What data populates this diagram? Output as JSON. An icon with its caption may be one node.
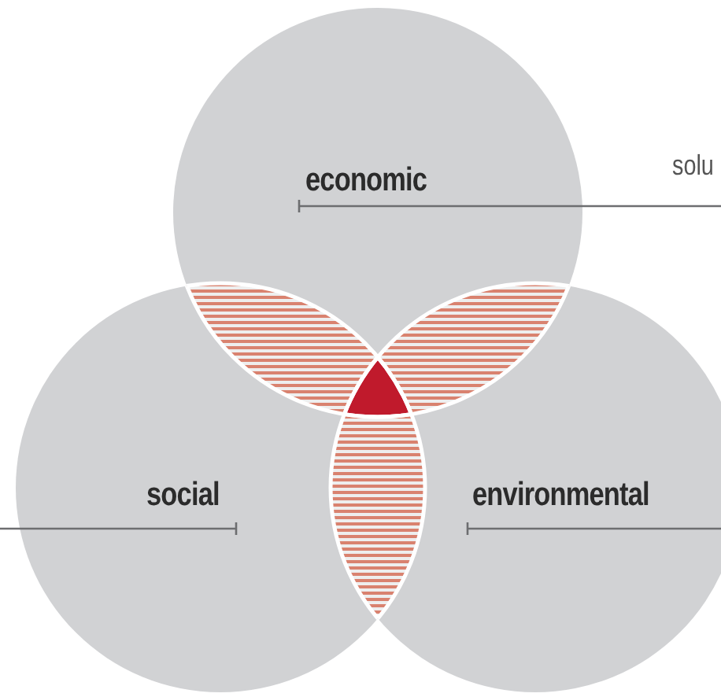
{
  "diagram": {
    "nodes": [
      {
        "text": [
          "economic"
        ]
      },
      {
        "text": [
          "social"
        ]
      },
      {
        "text": [
          "environmental"
        ]
      },
      {
        "text": [
          "solu"
        ]
      }
    ],
    "edges": [
      {
        "from": 3,
        "to": 0,
        "arrow": "none"
      },
      {
        "from": 1,
        "to": null,
        "arrow": "none"
      },
      {
        "from": 2,
        "to": null,
        "arrow": "none"
      }
    ]
  }
}
